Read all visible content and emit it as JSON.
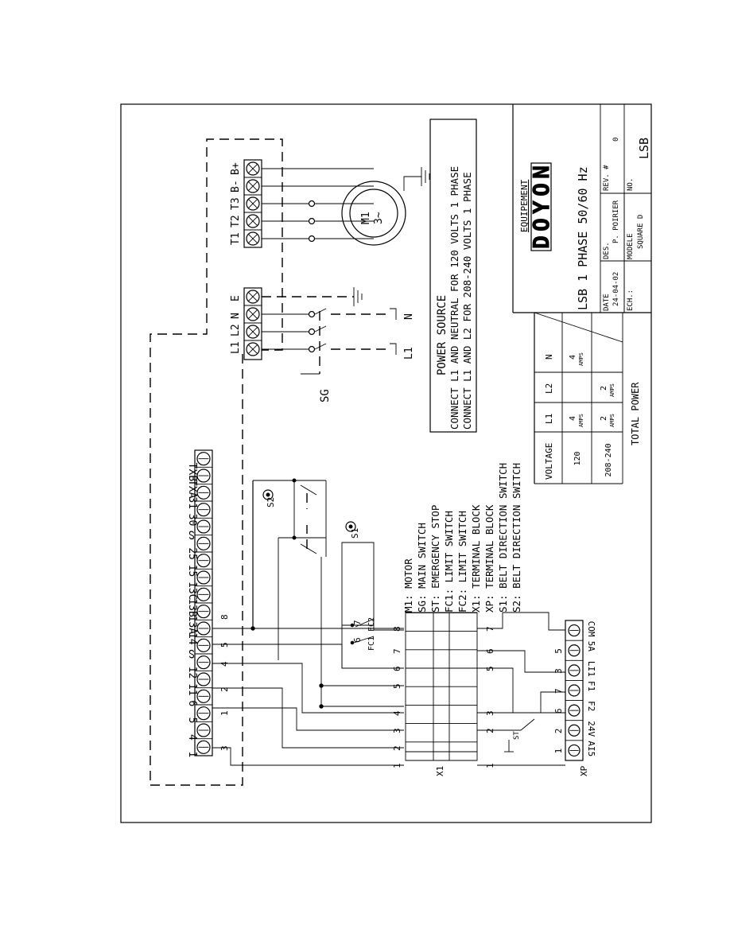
{
  "terminal_board_top": {
    "labels": [
      "1",
      "4",
      "5",
      "6",
      "11",
      "12",
      "ᔕ",
      "14",
      "13A",
      "13B",
      "13C",
      "15",
      "25",
      "ᔕ",
      "30",
      "31",
      "TXA",
      "TXB"
    ]
  },
  "motor_terminals": {
    "labels": [
      "T1",
      "T2",
      "T3",
      "B-",
      "B+"
    ]
  },
  "power_terminals": {
    "labels": [
      "L1",
      "L2",
      "N",
      "E"
    ]
  },
  "motor": {
    "name": "M1",
    "spec": "3~"
  },
  "switch_labels": {
    "sg": "SG",
    "l1": "L1",
    "n": "N",
    "s1": "S1",
    "s2": "S2",
    "st": "ST",
    "fc1": "FC1",
    "fc2": "FC2",
    "x1": "X1",
    "xp": "XP"
  },
  "wire_numbers": {
    "top": [
      "3",
      "1",
      "2",
      "4",
      "5",
      "8"
    ],
    "x1_above": [
      "1",
      "2",
      "3",
      "4",
      "5",
      "6",
      "7",
      "8"
    ],
    "fc": [
      "6",
      "7"
    ],
    "xp_above": [
      "1",
      "2",
      "3",
      "5",
      "6",
      "7"
    ],
    "xp_below": [
      "1",
      "2",
      "6",
      "7",
      "3",
      "5"
    ]
  },
  "xp_terminals": {
    "labels": [
      "AI5",
      "24V",
      "F2",
      "F1",
      "LI1",
      "5A",
      "COM"
    ]
  },
  "power_source": {
    "title": "POWER SOURCE",
    "line1": "CONNECT L1 AND NEUTRAL FOR 120 VOLTS 1 PHASE",
    "line2": "CONNECT L1 AND L2 FOR 208-240 VOLTS 1 PHASE"
  },
  "legend": [
    "M1: MOTOR",
    "SG: MAIN SWITCH",
    "ST: EMERGENCY STOP",
    "FC1: LIMIT SWITCH",
    "FC2: LIMIT SWITCH",
    "X1: TERMINAL BLOCK",
    "XP: TERMINAL BLOCK",
    "S1: BELT DIRECTION SWITCH",
    "S2: BELT DIRECTION SWITCH"
  ],
  "power_table": {
    "headers": [
      "VOLTAGE",
      "L1",
      "L2",
      "N"
    ],
    "rows": [
      [
        "120",
        "4",
        "",
        "4"
      ],
      [
        "208-240",
        "2",
        "2",
        ""
      ]
    ],
    "unit": "AMPS",
    "footer": "TOTAL POWER"
  },
  "title_block": {
    "company_small": "EQUIPEMENT",
    "company_logo": "DOYON",
    "title": "LSB 1 PHASE 50/60 Hz",
    "date_label": "DATE",
    "date": "24-04-02",
    "des_label": "DES.",
    "designer": "P. POIRIER",
    "rev_label": "REV. #",
    "rev": "0",
    "ech_label": "ECH.:",
    "modele_label": "MODELE",
    "modele": "SQUARE D",
    "no_label": "NO.",
    "number": "LSB"
  }
}
